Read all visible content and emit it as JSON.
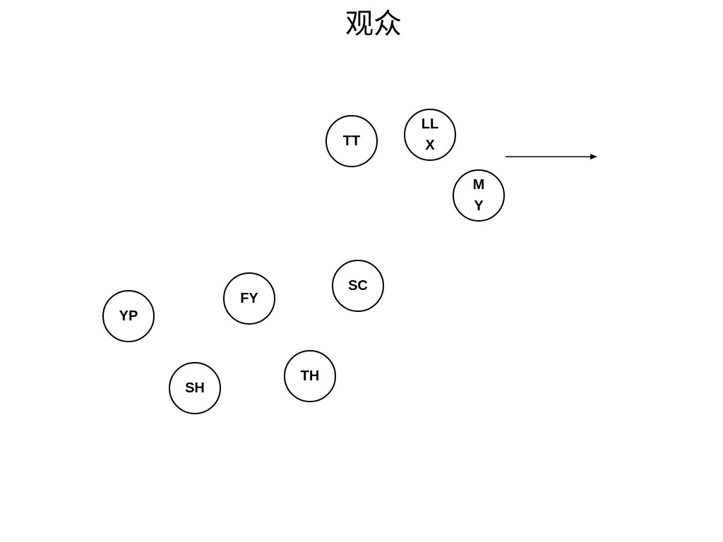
{
  "title": "观众",
  "people": [
    {
      "id": "tt",
      "label": "TT"
    },
    {
      "id": "llx",
      "label": "LL\nX"
    },
    {
      "id": "my",
      "label": "M\nY"
    },
    {
      "id": "sc",
      "label": "SC"
    },
    {
      "id": "fy",
      "label": "FY"
    },
    {
      "id": "yp",
      "label": "YP"
    },
    {
      "id": "th",
      "label": "TH"
    },
    {
      "id": "sh",
      "label": "SH"
    }
  ],
  "colors": {
    "stroke": "#000000",
    "background": "#ffffff"
  },
  "icons": {
    "arrow": "arrow-right-icon"
  }
}
